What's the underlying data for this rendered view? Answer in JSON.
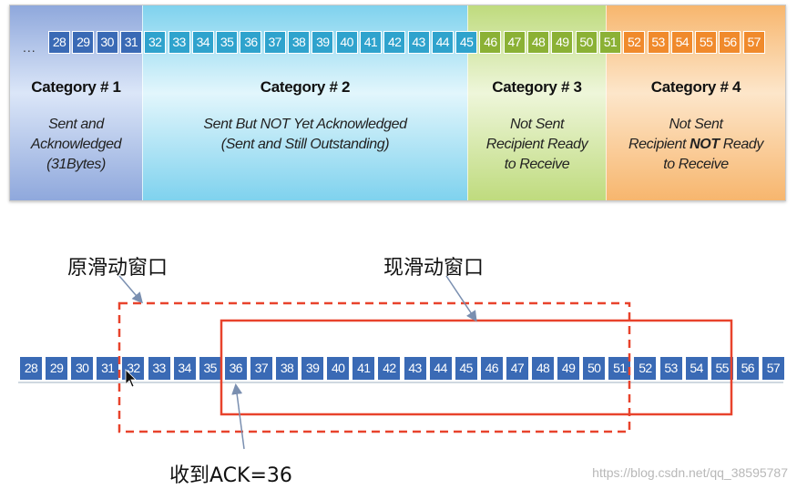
{
  "top_sequence": {
    "leading_ellipsis": "...",
    "trailing_ellipsis": "...",
    "cells": [
      28,
      29,
      30,
      31,
      32,
      33,
      34,
      35,
      36,
      37,
      38,
      39,
      40,
      41,
      42,
      43,
      44,
      45,
      46,
      47,
      48,
      49,
      50,
      51,
      52,
      53,
      54,
      55,
      56,
      57
    ]
  },
  "categories": [
    {
      "title": "Category # 1",
      "desc": [
        "Sent and",
        "Acknowledged",
        "(31Bytes)"
      ],
      "color": "#3a6ab5",
      "bg_top": "#8fa8dc",
      "bg_bottom": "#dbe6f8"
    },
    {
      "title": "Category # 2",
      "desc": [
        "Sent But NOT Yet Acknowledged",
        "(Sent and Still Outstanding)"
      ],
      "color": "#2fa3cd",
      "bg_top": "#7fd2ee",
      "bg_bottom": "#e2f6fc"
    },
    {
      "title": "Category # 3",
      "desc": [
        "Not Sent",
        "Recipient Ready",
        "to Receive"
      ],
      "color": "#8bb135",
      "bg_top": "#bfdb7e",
      "bg_bottom": "#eef6da"
    },
    {
      "title": "Category # 4",
      "desc": [
        "Not Sent",
        "Recipient NOT Ready",
        "to Receive"
      ],
      "color": "#f08a2c",
      "bg_top": "#f7b66e",
      "bg_bottom": "#fde6ca"
    }
  ],
  "bottom_sequence": {
    "cells": [
      28,
      29,
      30,
      31,
      32,
      33,
      34,
      35,
      36,
      37,
      38,
      39,
      40,
      41,
      42,
      43,
      44,
      45,
      46,
      47,
      48,
      49,
      50,
      51,
      52,
      53,
      54,
      55,
      56,
      57
    ],
    "color": "#3a6ab5"
  },
  "labels": {
    "old_window": "原滑动窗口",
    "new_window": "现滑动窗口",
    "ack": "收到ACK=36"
  },
  "watermark": "https://blog.csdn.net/qq_38595787",
  "colors": {
    "window_line": "#e8432c",
    "arrow": "#7a8fb0"
  }
}
